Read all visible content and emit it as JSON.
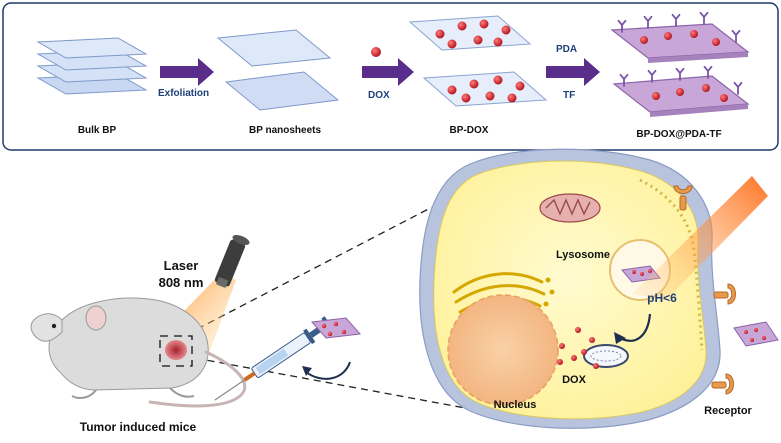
{
  "top_panel": {
    "steps": [
      "Bulk BP",
      "BP nanosheets",
      "BP-DOX",
      "BP-DOX@PDA-TF"
    ],
    "arrow_labels": {
      "exfoliation": "Exfoliation",
      "dox": "DOX",
      "pda": "PDA",
      "tf": "TF"
    }
  },
  "bottom_panel": {
    "laser": {
      "line1": "Laser",
      "line2": "808 nm"
    },
    "mouse_label": "Tumor induced mice",
    "cell": {
      "lysosome": "Lysosome",
      "ph": "pH<6",
      "dox": "DOX",
      "nucleus": "Nucleus",
      "receptor": "Receptor"
    }
  },
  "colors": {
    "sheet_blue": "#c9d8f2",
    "sheet_purple": "#c9a6d8",
    "arrow_purple": "#5a2d8c",
    "dox_red": "#c8141c",
    "ligand_purple": "#7a55a8",
    "cell_yellow": "#fff7a8",
    "cell_membrane": "#b8c3de",
    "nucleus": "#f6c08c",
    "receptor_orange": "#e79a4e",
    "laser_orange": "#ff8a1a",
    "text_blue": "#1f3f7a"
  }
}
